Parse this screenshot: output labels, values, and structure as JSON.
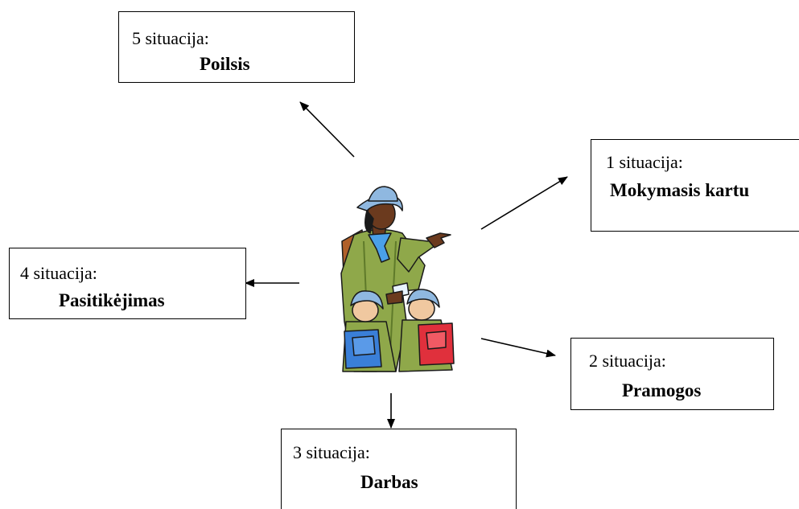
{
  "boxes": {
    "s5": {
      "number_label": "5 situacija:",
      "title": "Poilsis"
    },
    "s1": {
      "number_label": "1 situacija:",
      "title": "Mokymasis kartu"
    },
    "s4": {
      "number_label": "4 situacija:",
      "title": "Pasitikėjimas"
    },
    "s2": {
      "number_label": "2 situacija:",
      "title": "Pramogos"
    },
    "s3": {
      "number_label": "3 situacija:",
      "title": "Darbas"
    }
  },
  "colors": {
    "uniform_green": "#8fa84a",
    "hat_blue": "#8fb8e0",
    "skin_brown": "#6b3a1e",
    "backpack_blue": "#3a7fd8",
    "backpack_red": "#e0303c",
    "tie_blue": "#4aa0e8"
  },
  "icons": [
    "scout-leader-clipart"
  ]
}
